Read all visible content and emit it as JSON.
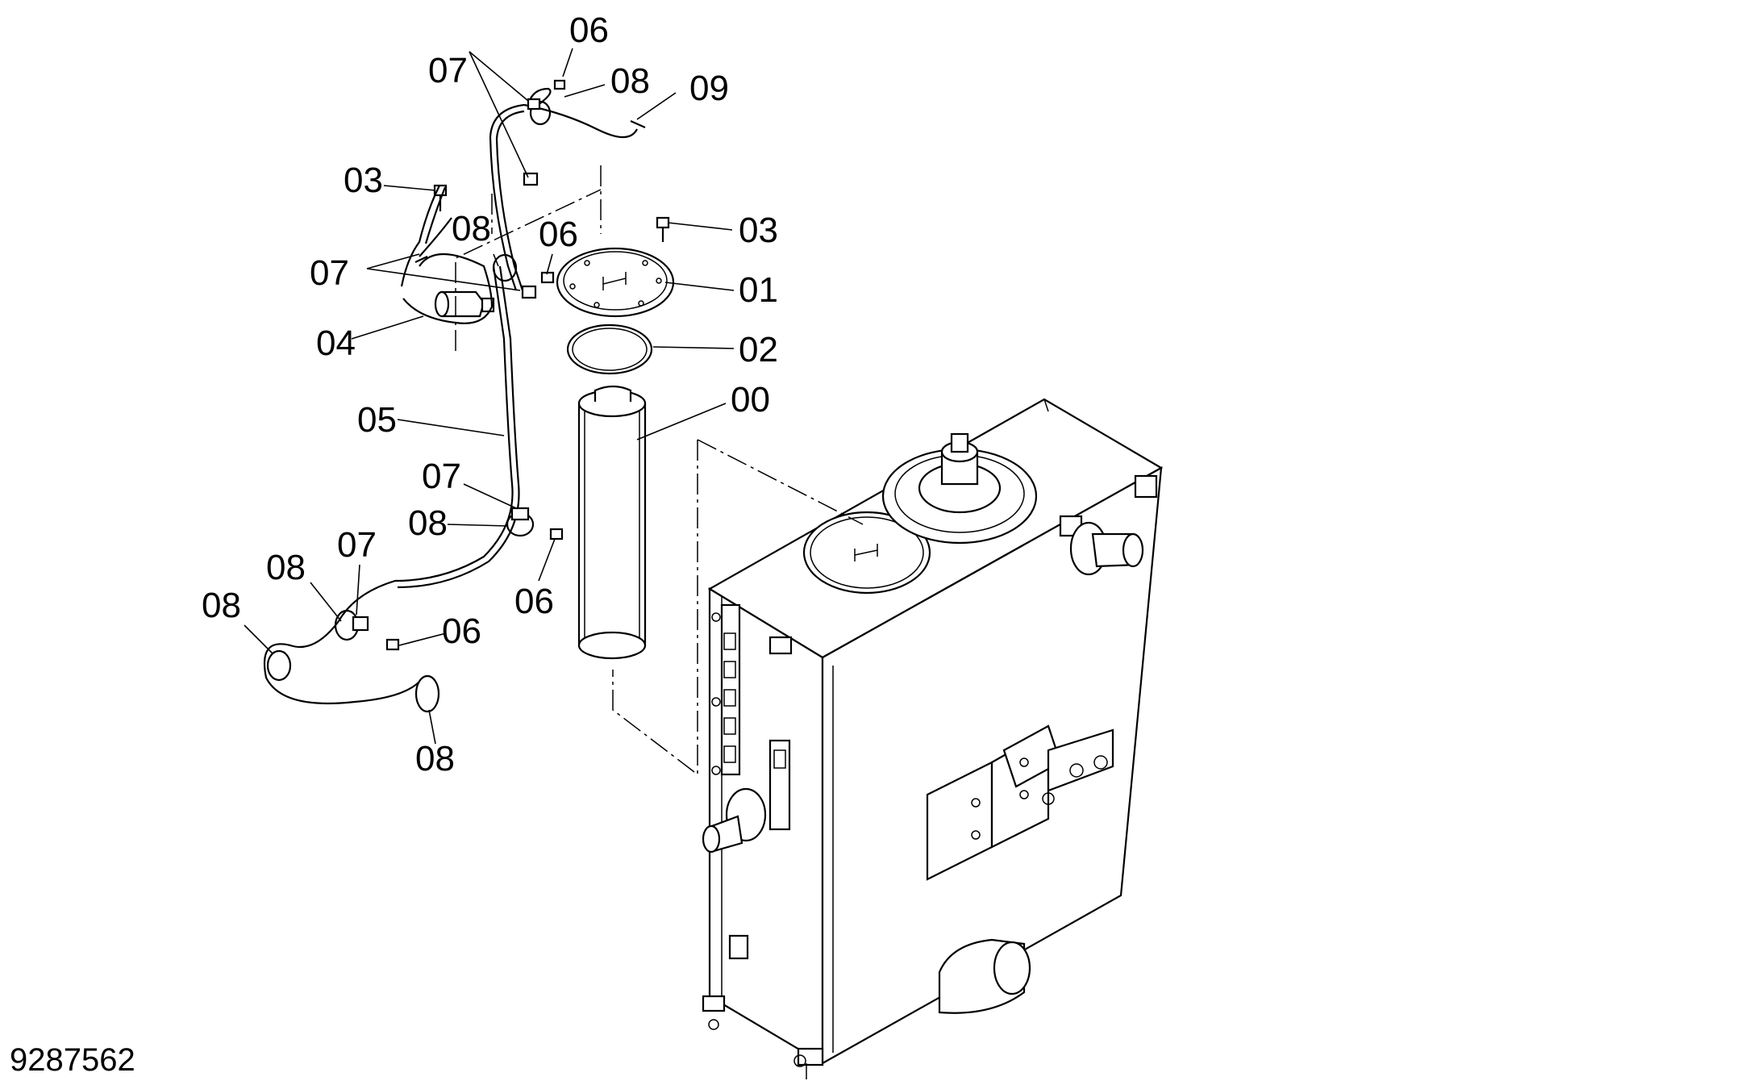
{
  "figure_number": "9287562",
  "callouts": {
    "c00": "00",
    "c01": "01",
    "c02": "02",
    "c03a": "03",
    "c03b": "03",
    "c04": "04",
    "c05": "05",
    "c06a": "06",
    "c06b": "06",
    "c06c": "06",
    "c06d": "06",
    "c07a": "07",
    "c07b": "07",
    "c07c": "07",
    "c07d": "07",
    "c08a": "08",
    "c08b": "08",
    "c08c": "08",
    "c08d": "08",
    "c08e": "08",
    "c08f": "08",
    "c09": "09"
  }
}
